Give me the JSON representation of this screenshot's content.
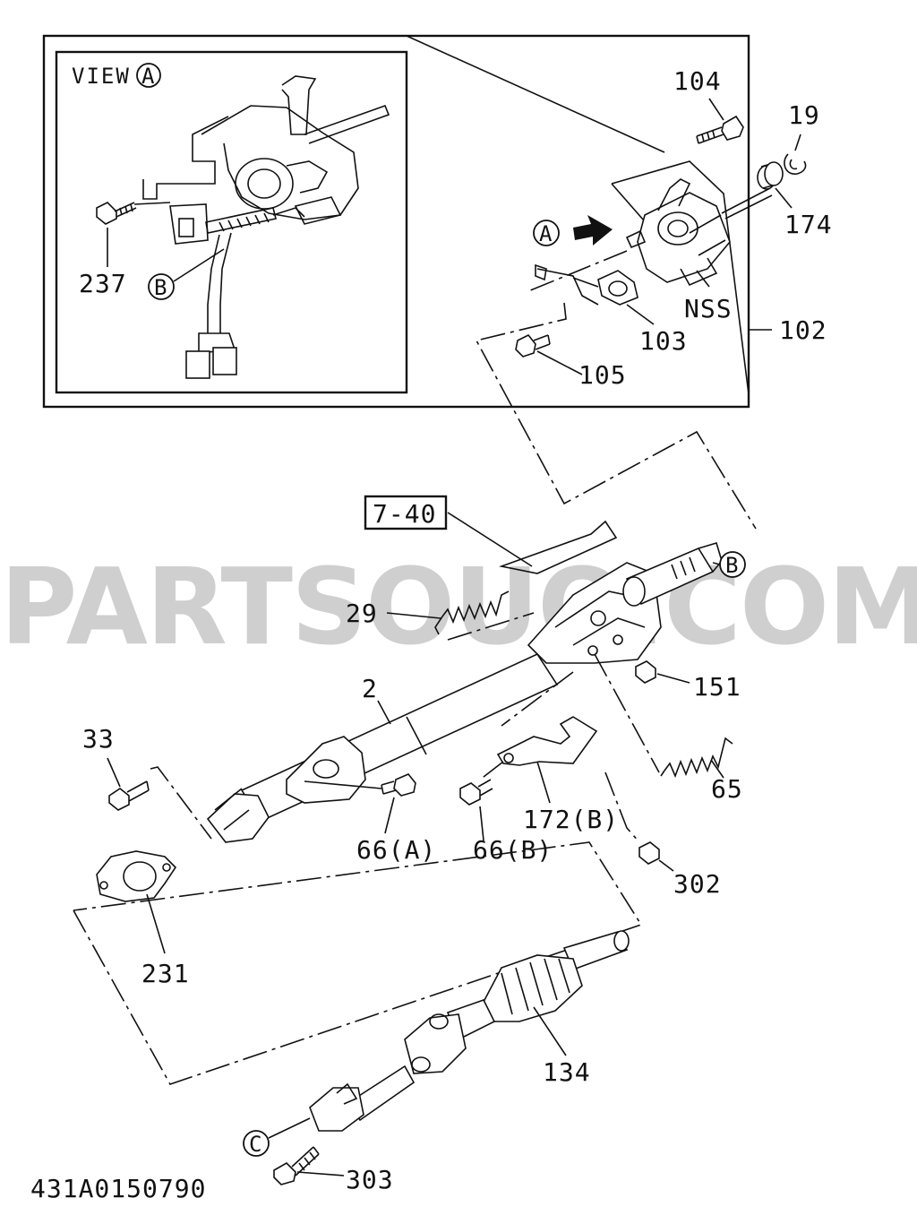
{
  "view_box": {
    "title": "VIEW",
    "title_marker": "A",
    "callouts": [
      {
        "id": "237",
        "text": "237"
      },
      {
        "id": "B-marker",
        "text": "B"
      }
    ]
  },
  "callouts": {
    "c104": "104",
    "c19": "19",
    "c174": "174",
    "cA": "A",
    "cNSS": "NSS",
    "c103": "103",
    "c102": "102",
    "c105": "105",
    "c7_40": "7-40",
    "c29": "29",
    "cB": "B",
    "c151": "151",
    "c2": "2",
    "c33": "33",
    "c66A": "66(A)",
    "c66B": "66(B)",
    "c172B": "172(B)",
    "c65": "65",
    "c302": "302",
    "c231": "231",
    "c134": "134",
    "cC": "C",
    "c303": "303"
  },
  "watermark": "PARTSOUQ.COM",
  "drawing_number": "431A0150790"
}
